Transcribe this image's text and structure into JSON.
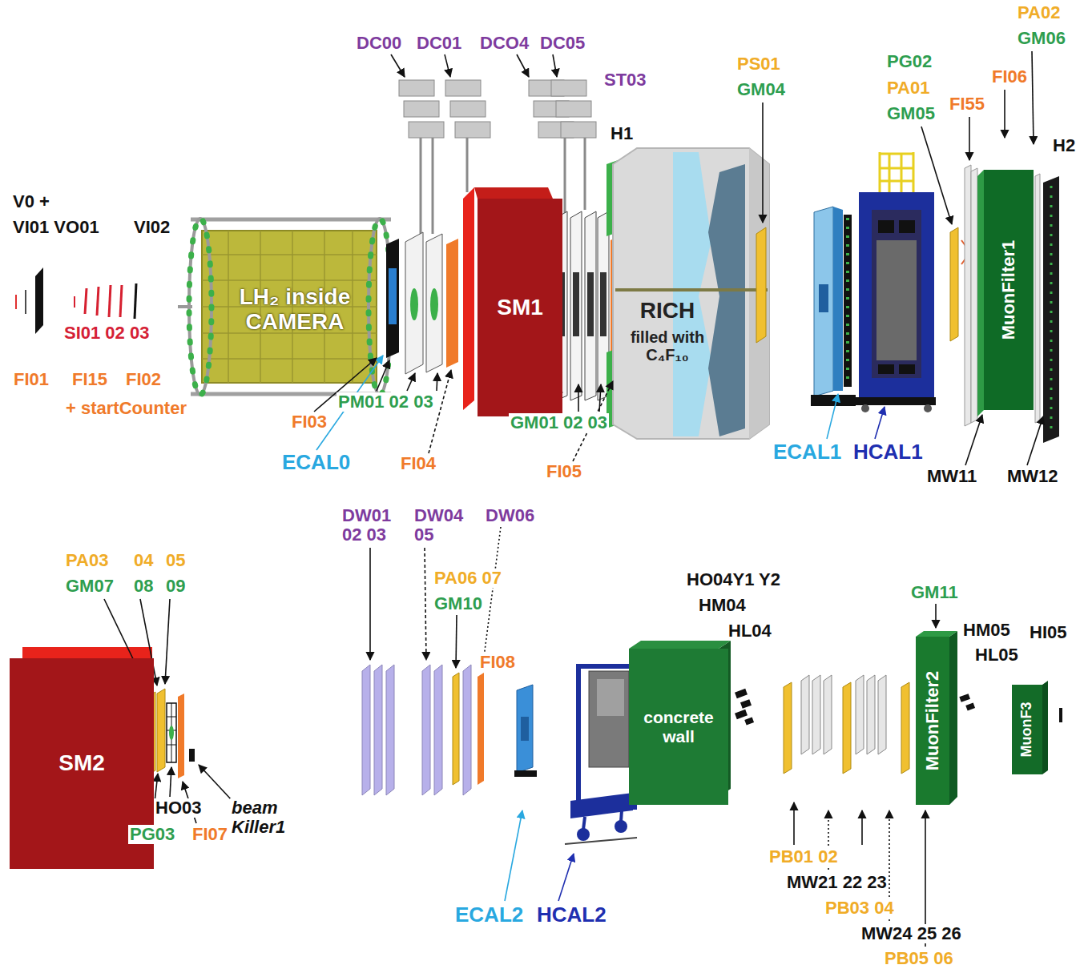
{
  "diagram": {
    "nodes": [
      {
        "text": [
          "LH₂ inside CAMERA"
        ]
      },
      {
        "text": [
          "SM1"
        ]
      },
      {
        "text": [
          "RICH",
          "filled with C₄F₁₀"
        ]
      },
      {
        "text": [
          "MuonFilter1"
        ]
      },
      {
        "text": [
          "SM2"
        ]
      },
      {
        "text": [
          "concrete wall"
        ]
      },
      {
        "text": [
          "MuonFilter2"
        ]
      },
      {
        "text": [
          "MuonF3"
        ]
      }
    ],
    "labels": [
      "V0 +",
      "VI01 VO01",
      "VI02",
      "SI01 02 03",
      "FI01",
      "FI15",
      "FI02",
      "+ startCounter",
      "FI03",
      "PM01 02 03",
      "ECAL0",
      "FI04",
      "DC00",
      "DC01",
      "DCO4",
      "DC05",
      "ST03",
      "H1",
      "GM01 02 03",
      "FI05",
      "PS01",
      "GM04",
      "PG02",
      "PA01",
      "GM05",
      "FI55",
      "FI06",
      "PA02",
      "GM06",
      "H2",
      "ECAL1",
      "HCAL1",
      "MW11",
      "MW12",
      "PA03",
      "04",
      "05",
      "GM07",
      "08",
      "09",
      "HO03",
      "PG03",
      "FI07",
      "beam Killer1",
      "DW01 02 03",
      "DW04 05",
      "DW06",
      "PA06 07",
      "GM10",
      "FI08",
      "ECAL2",
      "HCAL2",
      "HO04Y1 Y2",
      "HM04",
      "HL04",
      "GM11",
      "HM05",
      "HL05",
      "HI05",
      "PB01 02",
      "MW21 22 23",
      "PB03 04",
      "MW24 25 26",
      "PB05 06"
    ]
  }
}
